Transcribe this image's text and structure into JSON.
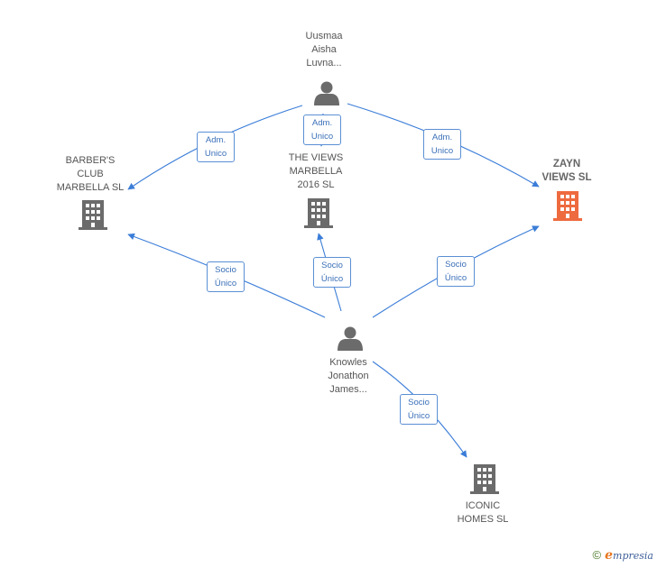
{
  "nodes": {
    "uusmaa": {
      "label": "Uusmaa\nAisha\nLuvna...",
      "icon": "person-icon"
    },
    "knowles": {
      "label": "Knowles\nJonathon\nJames...",
      "icon": "person-icon"
    },
    "barbers": {
      "label": "BARBER'S\nCLUB\nMARBELLA  SL",
      "icon": "building-icon"
    },
    "theviews": {
      "label": "THE VIEWS\nMARBELLA\n2016  SL",
      "icon": "building-icon"
    },
    "zayn": {
      "label": "ZAYN\nVIEWS  SL",
      "icon": "building-icon",
      "color": "#ee6a3f"
    },
    "iconic": {
      "label": "ICONIC\nHOMES  SL",
      "icon": "building-icon"
    }
  },
  "edges": [
    {
      "id": "uusmaa-barbers",
      "label": "Adm.\nUnico"
    },
    {
      "id": "uusmaa-theviews",
      "label": "Adm.\nUnico"
    },
    {
      "id": "uusmaa-zayn",
      "label": "Adm.\nUnico"
    },
    {
      "id": "knowles-barbers",
      "label": "Socio\nÚnico"
    },
    {
      "id": "knowles-theviews",
      "label": "Socio\nÚnico"
    },
    {
      "id": "knowles-zayn",
      "label": "Socio\nÚnico"
    },
    {
      "id": "knowles-iconic",
      "label": "Socio\nÚnico"
    }
  ],
  "colors": {
    "edge": "#3b7dd8",
    "icon": "#6b6b6b",
    "highlight": "#ee6a3f"
  },
  "footer": {
    "copyright": "©",
    "brand_e": "e",
    "brand_rest": "mpresia"
  }
}
